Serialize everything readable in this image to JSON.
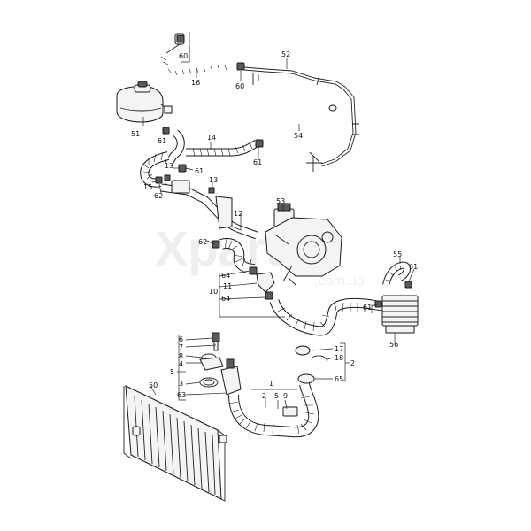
{
  "watermark": {
    "main": "Xparts",
    "sub": ".com.ua"
  },
  "callouts": {
    "c60a": "60",
    "c16": "16",
    "c60b": "60",
    "c52": "52",
    "c51": "51",
    "c61a": "61",
    "c14": "14",
    "c54": "54",
    "c61b": "61",
    "c13a": "13",
    "c61c": "61",
    "c15": "15",
    "c62a": "62",
    "c13b": "13",
    "c12": "12",
    "c53": "53",
    "c62b": "62",
    "c64a": "64",
    "c11": "11",
    "c10": "10",
    "c64b": "64",
    "c55": "55",
    "c61d": "61",
    "c61e": "61",
    "c56": "56",
    "c6": "6",
    "c7": "7",
    "c8": "8",
    "c4": "4",
    "c5": "5",
    "c3": "3",
    "c63": "63",
    "c17": "17",
    "c18": "18",
    "c2a": "2",
    "c65": "65",
    "c1": "1",
    "c2b": "2",
    "c5b": "5",
    "c9": "9",
    "c50": "50"
  }
}
